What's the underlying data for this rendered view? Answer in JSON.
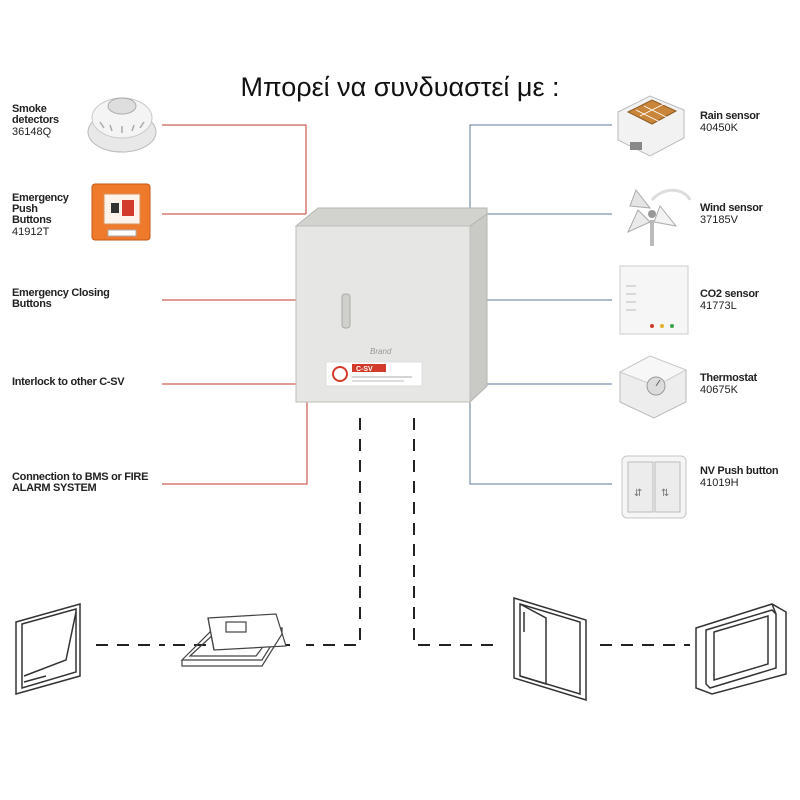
{
  "title": "Μπορεί να συνδυαστεί με :",
  "left_devices": [
    {
      "name": "Smoke detectors",
      "code": "36148Q"
    },
    {
      "name": "Emergency Push Buttons",
      "code": "41912T"
    },
    {
      "name": "Emergency Closing Buttons",
      "code": ""
    },
    {
      "name": "Interlock to other C-SV",
      "code": ""
    },
    {
      "name": "Connection to BMS or FIRE ALARM SYSTEM",
      "code": ""
    }
  ],
  "right_devices": [
    {
      "name": "Rain sensor",
      "code": "40450K"
    },
    {
      "name": "Wind sensor",
      "code": "37185V"
    },
    {
      "name": "CO2 sensor",
      "code": "41773L"
    },
    {
      "name": "Thermostat",
      "code": "40675K"
    },
    {
      "name": "NV Push button",
      "code": "41019H"
    }
  ],
  "panel": {
    "brand": "Brand",
    "badge": "C-SV"
  },
  "colors": {
    "left_lines": "#c0392b",
    "right_lines": "#5d7a99",
    "panel": "#e6e6e4",
    "orange": "#f07a2c"
  }
}
